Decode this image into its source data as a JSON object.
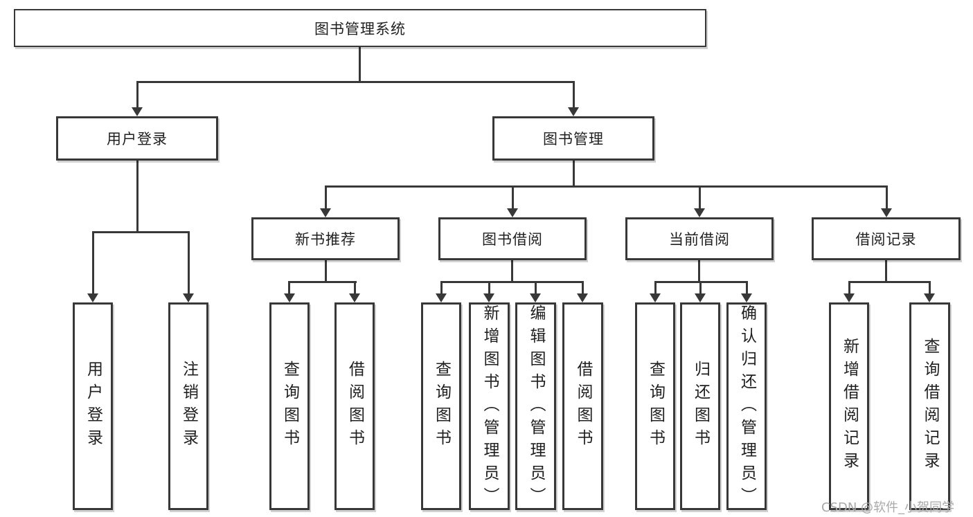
{
  "diagram": {
    "watermark": "CSDN @软件_小贺同学",
    "colors": {
      "line": "#383838",
      "text": "#1f1f1f",
      "background": "#ffffff",
      "watermark": "#a9a9a9"
    },
    "tree": {
      "root": {
        "label": "图书管理系统",
        "children": [
          {
            "label": "用户登录",
            "children": [
              {
                "label": "用户登录"
              },
              {
                "label": "注销登录"
              }
            ]
          },
          {
            "label": "图书管理",
            "children": [
              {
                "label": "新书推荐",
                "children": [
                  {
                    "label": "查询图书"
                  },
                  {
                    "label": "借阅图书"
                  }
                ]
              },
              {
                "label": "图书借阅",
                "children": [
                  {
                    "label": "查询图书"
                  },
                  {
                    "label": "新增图书（管理员）"
                  },
                  {
                    "label": "编辑图书（管理员）"
                  },
                  {
                    "label": "借阅图书"
                  }
                ]
              },
              {
                "label": "当前借阅",
                "children": [
                  {
                    "label": "查询图书"
                  },
                  {
                    "label": "归还图书"
                  },
                  {
                    "label": "确认归还（管理员）"
                  }
                ]
              },
              {
                "label": "借阅记录",
                "children": [
                  {
                    "label": "新增借阅记录"
                  },
                  {
                    "label": "查询借阅记录"
                  }
                ]
              }
            ]
          }
        ]
      }
    }
  }
}
